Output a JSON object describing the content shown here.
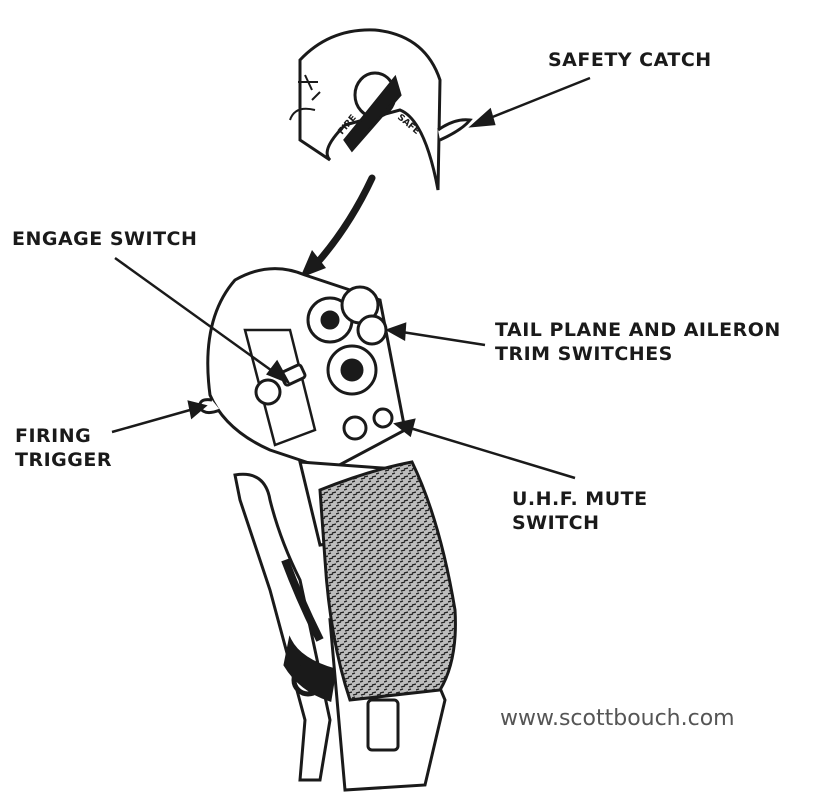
{
  "labels": {
    "safety_catch": "SAFETY CATCH",
    "engage_switch": "ENGAGE SWITCH",
    "trim_line1": "TAIL PLANE AND AILERON",
    "trim_line2": "TRIM SWITCHES",
    "firing_line1": "FIRING",
    "firing_line2": "TRIGGER",
    "uhf_line1": "U.H.F. MUTE",
    "uhf_line2": "SWITCH"
  },
  "inset_markings": {
    "fire": "FIRE",
    "safe": "SAFE"
  },
  "watermark": "www.scottbouch.com",
  "colors": {
    "ink": "#1a1a1a",
    "paper": "#ffffff",
    "watermark": "#555555"
  }
}
